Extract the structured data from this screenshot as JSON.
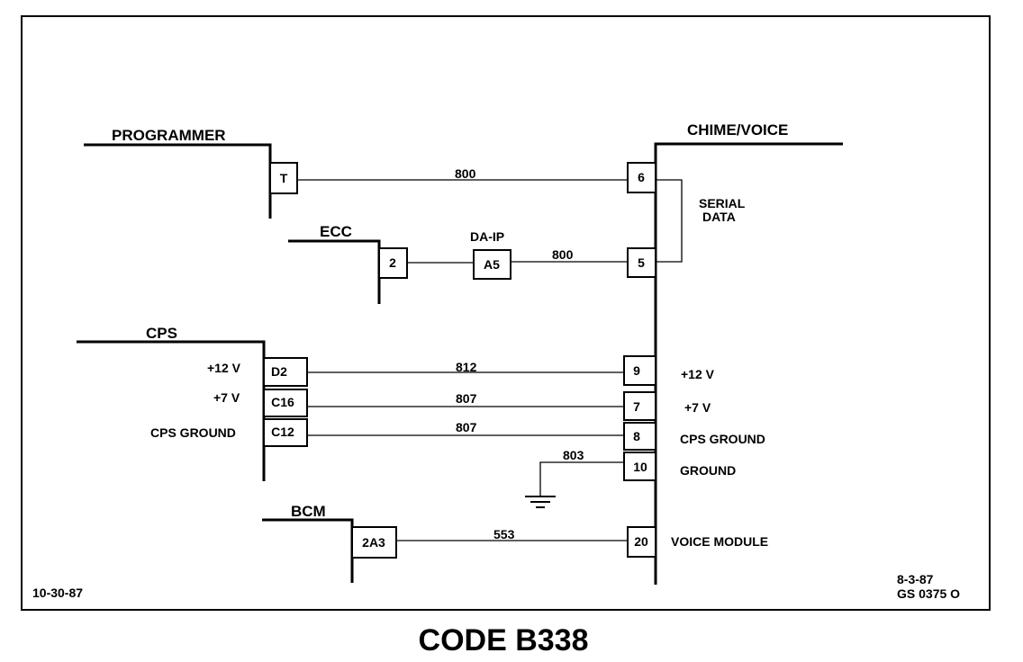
{
  "modules": {
    "programmer": "PROGRAMMER",
    "chime_voice": "CHIME/VOICE",
    "ecc": "ECC",
    "cps": "CPS",
    "bcm": "BCM"
  },
  "inline_component": {
    "name": "DA-IP",
    "pin": "A5"
  },
  "programmer_pins": {
    "t": "T"
  },
  "ecc_pins": {
    "p2": "2"
  },
  "cps_pins": {
    "d2": "D2",
    "c16": "C16",
    "c12": "C12"
  },
  "cps_labels": {
    "v12": "+12 V",
    "v7": "+7 V",
    "ground": "CPS GROUND"
  },
  "bcm_pins": {
    "p2a3": "2A3"
  },
  "chime_pins": {
    "p6": "6",
    "p5": "5",
    "p9": "9",
    "p7": "7",
    "p8": "8",
    "p10": "10",
    "p20": "20"
  },
  "chime_labels": {
    "serial_1": "SERIAL",
    "serial_2": "DATA",
    "v12": "+12 V",
    "v7": "+7 V",
    "cps_ground": "CPS GROUND",
    "ground": "GROUND",
    "voice_module": "VOICE MODULE"
  },
  "wires": {
    "programmer_t": "800",
    "ecc_2": "800",
    "cps_12v": "812",
    "cps_7v": "807",
    "cps_ground": "807",
    "ground": "803",
    "bcm_2a3": "553"
  },
  "footer": {
    "date_left": "10-30-87",
    "date_right": "8-3-87",
    "ref": "GS 0375 O"
  },
  "title": "CODE B338"
}
